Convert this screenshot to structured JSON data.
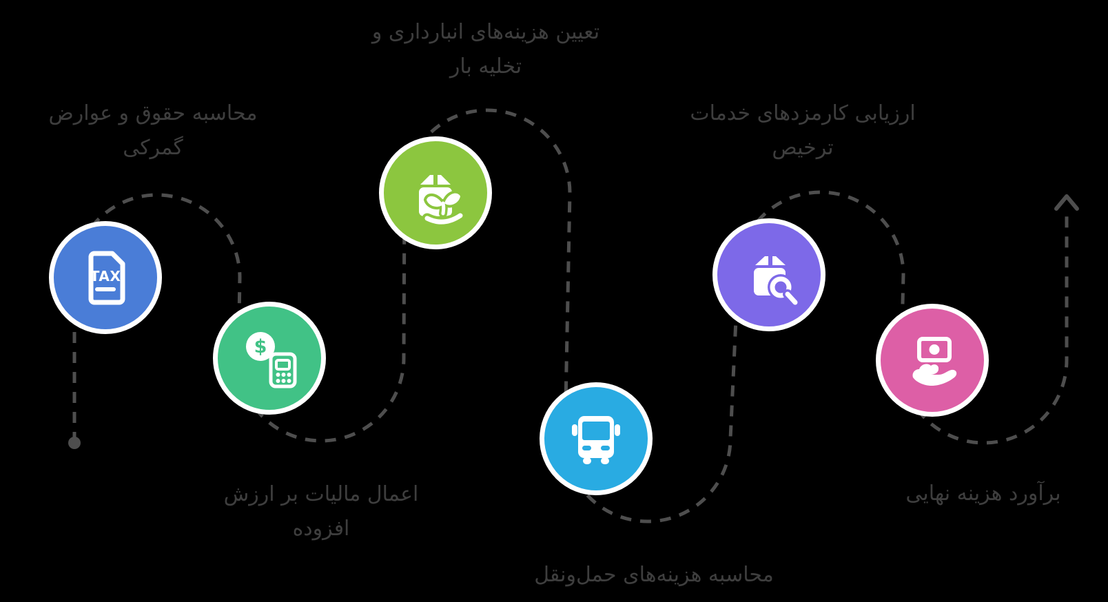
{
  "canvas": {
    "background": "#000000",
    "path_color": "#4e4e4e",
    "label_color": "#3e3e3e",
    "node_ring_color": "#ffffff"
  },
  "diagram": {
    "title": "",
    "steps": [
      {
        "id": 1,
        "icon": "tax-document-icon",
        "icon_text": "TAX",
        "color": "#4a7dd7",
        "lines": [
          "محاسبه حقوق و عوارض",
          "گمرکی"
        ]
      },
      {
        "id": 2,
        "icon": "dollar-calculator-icon",
        "icon_text": "$",
        "color": "#41c286",
        "lines": [
          "اعمال مالیات بر ارزش",
          "افزوده"
        ]
      },
      {
        "id": 3,
        "icon": "package-sprout-icon",
        "icon_text": "",
        "color": "#8cc63f",
        "lines": [
          "تعیین هزینه‌های انبارداری و",
          "تخلیه بار"
        ]
      },
      {
        "id": 4,
        "icon": "bus-icon",
        "icon_text": "",
        "color": "#29abe2",
        "lines": [
          "محاسبه هزینه‌های حمل‌ونقل",
          ""
        ]
      },
      {
        "id": 5,
        "icon": "box-search-icon",
        "icon_text": "",
        "color": "#7d69e8",
        "lines": [
          "ارزیابی کارمزدهای خدمات",
          "ترخیص"
        ]
      },
      {
        "id": 6,
        "icon": "money-hand-icon",
        "icon_text": "",
        "color": "#dd5fa6",
        "lines": [
          "برآورد هزینه نهایی",
          ""
        ]
      }
    ]
  }
}
